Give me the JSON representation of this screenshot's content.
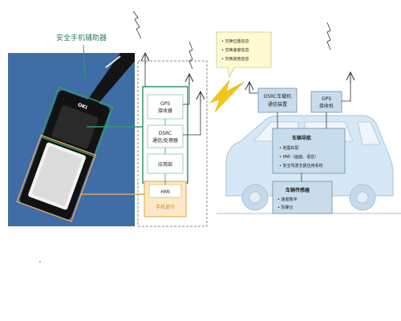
{
  "diagram": {
    "device_label": "安全手机辅助器",
    "phone_brand": "OKI",
    "modules": {
      "gps": [
        "GPS",
        "接收器"
      ],
      "dsrc": [
        "DSRC",
        "通信/处理器"
      ],
      "app": "应用部",
      "hmi": "HMI",
      "phone_part": "手机部分"
    },
    "speech_bullets": [
      "交换位置信息",
      "交换速度信息",
      "交换其他信息"
    ],
    "vehicle": {
      "dsrc_unit": [
        "DSRC车载机",
        "通信装置"
      ],
      "gps_unit": [
        "GPS",
        "接收机"
      ],
      "nav_title": "车辆导航",
      "nav_items": [
        "地图匹配",
        "HMI（画面、语音）",
        "安全驾驶支援应用系统"
      ],
      "sensor_title": "车辆传感器",
      "sensor_items": [
        "速度脉冲",
        "陀螺仪"
      ]
    },
    "colors": {
      "photo_bg": "#3f6da6",
      "module_green_border": "#2e9b6a",
      "hmi_bg": "#fde9c8",
      "hmi_border": "#e6a23c",
      "phone_part_text": "#d9822b",
      "speech_bg": "#fffbd1",
      "bolt": "#f5c518",
      "car_fill": "#d6e8f5",
      "vehicle_box": "#c9dceb"
    }
  }
}
